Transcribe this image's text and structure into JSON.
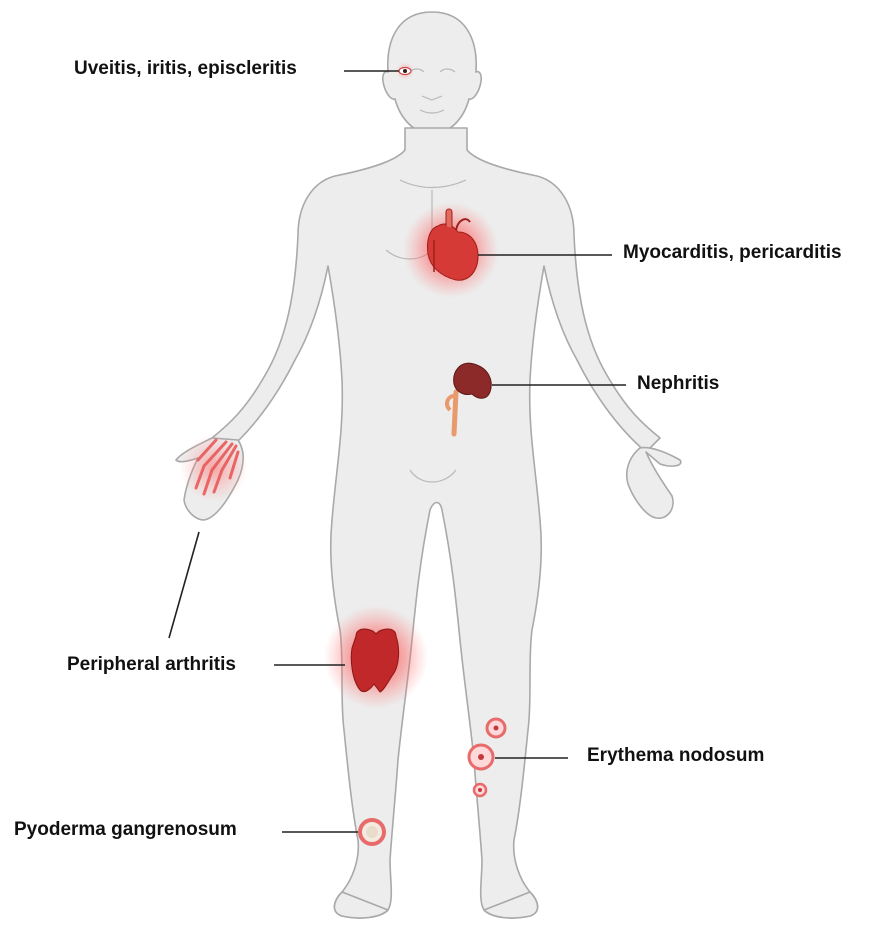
{
  "labels": {
    "uveitis": "Uveitis, iritis, episcleritis",
    "myocarditis": "Myocarditis, pericarditis",
    "nephritis": "Nephritis",
    "arthritis": "Peripheral arthritis",
    "erythema": "Erythema nodosum",
    "pyoderma": "Pyoderma gangrenosum"
  },
  "colors": {
    "body_fill": "#ededed",
    "body_stroke": "#a9a9a9",
    "inflammation": "#e0242b",
    "heart": "#d63a36",
    "kidney": "#8c2a2a",
    "ureter": "#e89a6c",
    "lesion": "#e86a6a"
  }
}
